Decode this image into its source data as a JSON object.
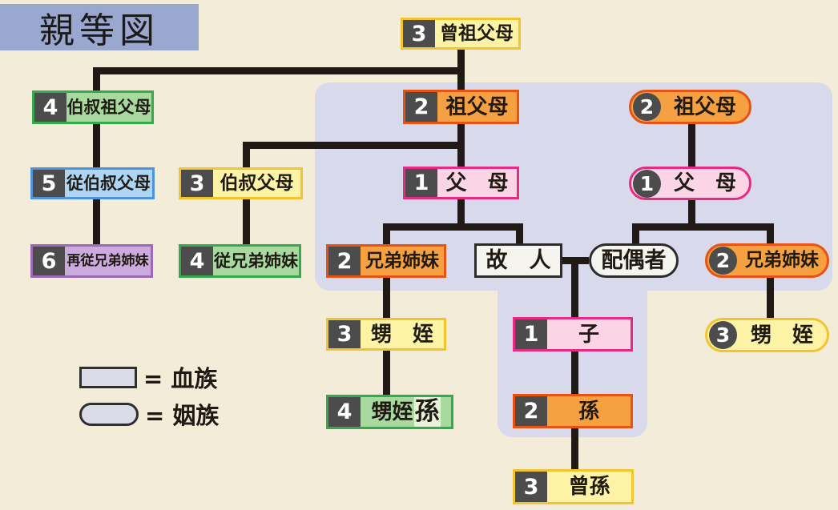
{
  "title": "親等図",
  "palette": {
    "background": "#f3ecd9",
    "highlight_region": "#d8daeb",
    "title_banner": "#9aa8d0",
    "line": "#211913",
    "text": "#1f1a14",
    "number_badge": "#4c4c4c",
    "number_badge_text": "#ffffff",
    "legend_swatch_fill": "#dcdce9",
    "deg1": {
      "border": "#e82a84",
      "fill": "#fbd5e6"
    },
    "deg2": {
      "border": "#e85212",
      "fill": "#f5a041"
    },
    "deg3": {
      "border": "#f2c52f",
      "fill": "#fdf3a6"
    },
    "deg4": {
      "border": "#35a94d",
      "fill": "#a8d99f"
    },
    "deg5": {
      "border": "#4f94da",
      "fill": "#aed6f4"
    },
    "deg6": {
      "border": "#9c68b8",
      "fill": "#cbaade"
    },
    "plain": {
      "border": "#2b2b2b",
      "fill": "#f6f4ee"
    }
  },
  "nodes": [
    {
      "num": "3",
      "label": "曾祖父母",
      "degree": 3,
      "kind": "blood"
    },
    {
      "num": "4",
      "label": "伯叔祖父母",
      "degree": 4,
      "kind": "blood"
    },
    {
      "num": "2",
      "label": "祖父母",
      "degree": 2,
      "kind": "blood"
    },
    {
      "num": "5",
      "label": "従伯叔父母",
      "degree": 5,
      "kind": "blood"
    },
    {
      "num": "3",
      "label": "伯叔父母",
      "degree": 3,
      "kind": "blood"
    },
    {
      "num": "1",
      "label": "父　母",
      "degree": 1,
      "kind": "blood"
    },
    {
      "num": "6",
      "label": "再従兄弟姉妹",
      "degree": 6,
      "kind": "blood"
    },
    {
      "num": "4",
      "label": "従兄弟姉妹",
      "degree": 4,
      "kind": "blood"
    },
    {
      "num": "2",
      "label": "兄弟姉妹",
      "degree": 2,
      "kind": "blood"
    },
    {
      "label": "故　人",
      "kind": "deceased"
    },
    {
      "num": "3",
      "label": "甥　姪",
      "degree": 3,
      "kind": "blood"
    },
    {
      "num": "1",
      "label": "子",
      "degree": 1,
      "kind": "blood"
    },
    {
      "num": "4",
      "label": "甥姪",
      "suffix": "孫",
      "degree": 4,
      "kind": "blood"
    },
    {
      "num": "2",
      "label": "孫",
      "degree": 2,
      "kind": "blood"
    },
    {
      "num": "3",
      "label": "曾孫",
      "degree": 3,
      "kind": "blood"
    },
    {
      "num": "2",
      "label": "祖父母",
      "degree": 2,
      "kind": "inlaw"
    },
    {
      "num": "1",
      "label": "父　母",
      "degree": 1,
      "kind": "inlaw"
    },
    {
      "label": "配偶者",
      "kind": "spouse"
    },
    {
      "num": "2",
      "label": "兄弟姉妹",
      "degree": 2,
      "kind": "inlaw"
    },
    {
      "num": "3",
      "label": "甥　姪",
      "degree": 3,
      "kind": "inlaw"
    }
  ],
  "legend": {
    "blood_label": "= 血族",
    "inlaw_label": "= 姻族"
  }
}
